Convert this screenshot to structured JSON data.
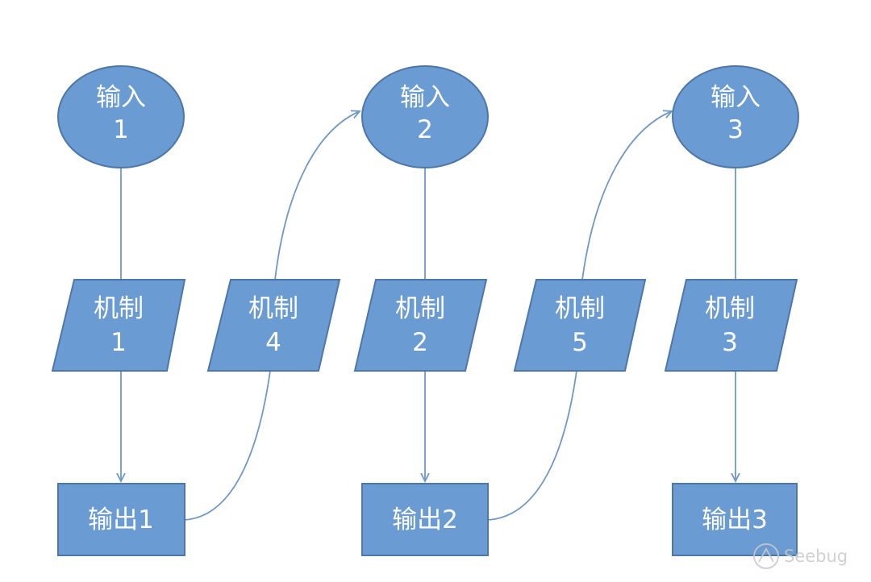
{
  "colors": {
    "node_fill": "#6a9bd2",
    "node_stroke": "#4d77a8",
    "edge": "#6f98c8",
    "text": "#ffffff",
    "watermark": "#c9c9c9"
  },
  "nodes": {
    "input_1": {
      "line1": "输入",
      "line2": "1"
    },
    "input_2": {
      "line1": "输入",
      "line2": "2"
    },
    "input_3": {
      "line1": "输入",
      "line2": "3"
    },
    "mechanism_1": {
      "line1": "机制",
      "line2": "1"
    },
    "mechanism_4": {
      "line1": "机制",
      "line2": "4"
    },
    "mechanism_2": {
      "line1": "机制",
      "line2": "2"
    },
    "mechanism_5": {
      "line1": "机制",
      "line2": "5"
    },
    "mechanism_3": {
      "line1": "机制",
      "line2": "3"
    },
    "output_1": {
      "label": "输出1"
    },
    "output_2": {
      "label": "输出2"
    },
    "output_3": {
      "label": "输出3"
    }
  },
  "watermark": {
    "text": "Seebug",
    "icon": "seebug-logo-icon"
  }
}
